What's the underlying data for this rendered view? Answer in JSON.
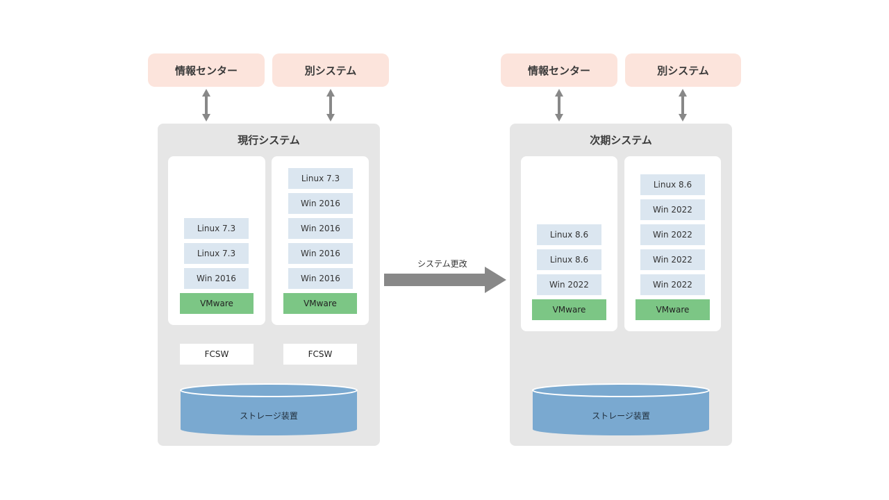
{
  "current": {
    "ext": [
      "情報センター",
      "別システム"
    ],
    "title": "現行システム",
    "server1": [
      "Linux 7.3",
      "Linux 7.3",
      "Win 2016"
    ],
    "server2": [
      "Linux 7.3",
      "Win 2016",
      "Win 2016",
      "Win 2016",
      "Win 2016"
    ],
    "vmware": "VMware",
    "fcsw": [
      "FCSW",
      "FCSW"
    ],
    "storage": "ストレージ装置"
  },
  "migration_label": "システム更改",
  "next": {
    "ext": [
      "情報センター",
      "別システム"
    ],
    "title": "次期システム",
    "server1": [
      "Linux 8.6",
      "Linux 8.6",
      "Win 2022"
    ],
    "server2": [
      "Linux 8.6",
      "Win 2022",
      "Win 2022",
      "Win 2022",
      "Win 2022"
    ],
    "vmware": "VMware",
    "storage": "ストレージ装置"
  },
  "colors": {
    "external": "#fce4dc",
    "system_bg": "#e6e6e6",
    "os_box": "#dbe6f0",
    "vmware": "#7cc685",
    "storage": "#7aa9d0",
    "arrow": "#888888"
  }
}
